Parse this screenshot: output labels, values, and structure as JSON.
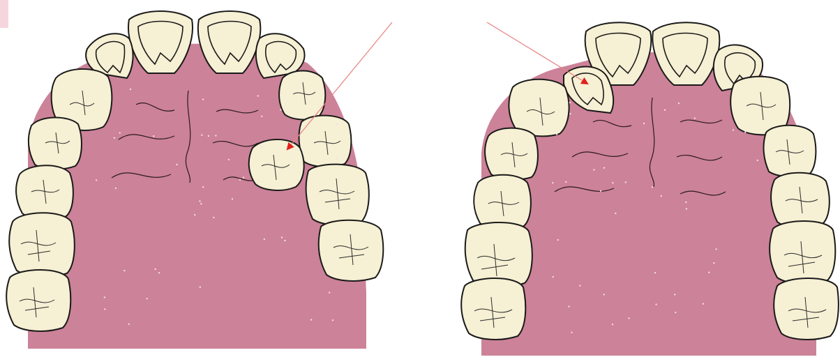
{
  "colors": {
    "palate": "#cc8298",
    "tooth_fill": "#f6f0d4",
    "tooth_outline": "#1a1a1a",
    "arrow": "#e0201c",
    "arrow_line": "#e88080",
    "speck": "#f4dde4",
    "corner": "#f6d6de"
  },
  "panels": [
    {
      "id": "left",
      "description_icon": "maxillary-arch-icon",
      "arrow_target": "displaced-premolar"
    },
    {
      "id": "right",
      "description_icon": "maxillary-arch-icon",
      "arrow_target": "displaced-lateral-incisor"
    }
  ]
}
